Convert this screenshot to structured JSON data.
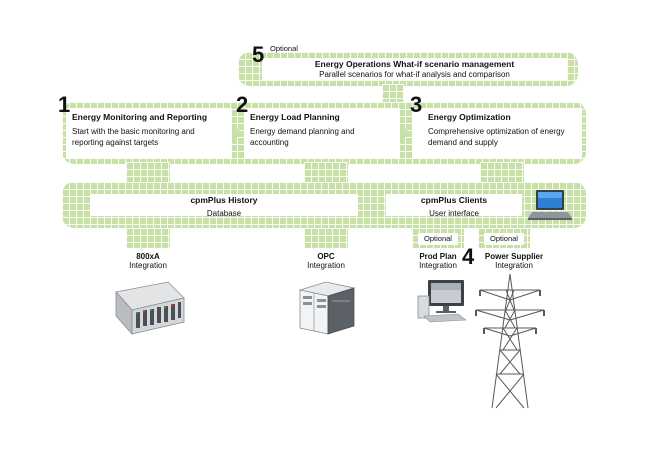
{
  "step5": {
    "number": "5",
    "optional_label": "Optional",
    "title": "Energy Operations What-if scenario management",
    "desc": "Parallel scenarios for what-if analysis and comparison"
  },
  "steps": [
    {
      "number": "1",
      "title": "Energy Monitoring and Reporting",
      "desc": "Start with the basic monitoring and reporting against targets"
    },
    {
      "number": "2",
      "title": "Energy Load Planning",
      "desc": "Energy demand planning and accounting"
    },
    {
      "number": "3",
      "title": "Energy Optimization",
      "desc": "Comprehensive optimization of energy demand and supply"
    }
  ],
  "history": {
    "title": "cpmPlus History",
    "subtitle": "Database"
  },
  "clients": {
    "title": "cpmPlus Clients",
    "subtitle": "User interface"
  },
  "integrations": [
    {
      "name": "800xA",
      "label": "Integration",
      "icon": "controller-hardware-icon"
    },
    {
      "name": "OPC",
      "label": "Integration",
      "icon": "server-icon"
    },
    {
      "name": "Prod Plan",
      "label": "Integration",
      "optional": "Optional",
      "icon": "workstation-icon"
    },
    {
      "number": "4",
      "name": "Power Supplier",
      "label": "Integration",
      "optional": "Optional",
      "icon": "power-pylon-icon"
    }
  ],
  "colors": {
    "grid_green": "#c6e0a6",
    "grid_line": "#ffffff"
  }
}
